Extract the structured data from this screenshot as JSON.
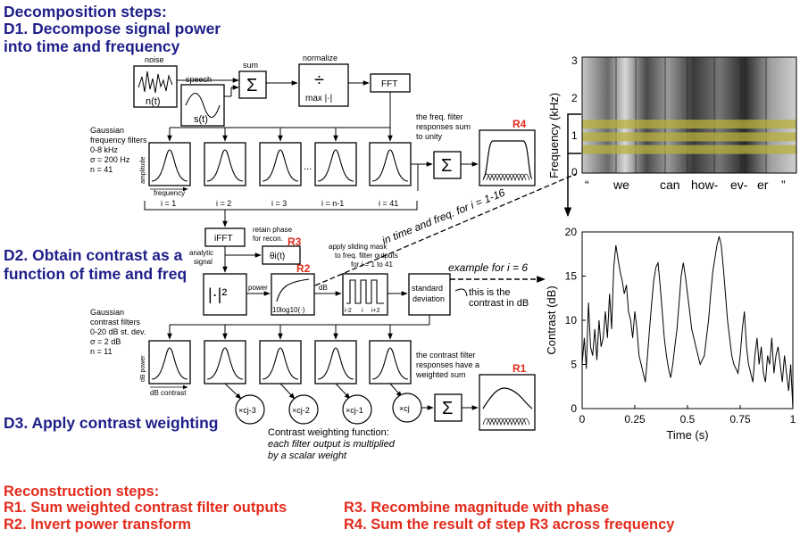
{
  "headings": {
    "decomp": "Decomposition steps:",
    "d1_line1": "D1. Decompose signal power",
    "d1_line2": "into time and frequency",
    "d2_line1": "D2. Obtain contrast as a",
    "d2_line2": "function of time and freq",
    "d3": "D3. Apply contrast weighting"
  },
  "reconstruction": {
    "title": "Reconstruction steps:",
    "r1": "R1. Sum weighted contrast filter outputs",
    "r2": "R2. Invert power transform",
    "r3": "R3. Recombine magnitude with phase",
    "r4": "R4. Sum the result of step R3 across frequency"
  },
  "blocks": {
    "noise": "noise",
    "noise_sym": "n(t)",
    "speech": "speech",
    "speech_sym": "s(t)",
    "sum_label": "sum",
    "sum_sym": "Σ",
    "normalize": "normalize",
    "divide": "÷",
    "max": "max |·|",
    "fft": "FFT",
    "ifft": "iFFT",
    "retain1": "retain phase",
    "retain2": "for recon.",
    "theta": "θi(t)",
    "analytic1": "analytic",
    "analytic2": "signal",
    "mag2": "|·|²",
    "power": "power",
    "log": "10log10(·)",
    "db": "dB",
    "mask1": "apply sliding mask",
    "mask2": "to freq. filter outputs",
    "mask3": "for i = 1 to 41",
    "mask_ticks": [
      "i-2",
      "i",
      "i+2"
    ],
    "std1": "standard",
    "std2": "deviation",
    "example": "example for i = 6",
    "contrast1": "this is the",
    "contrast2": "contrast in dB",
    "timefreq": "in time and freq. for i = 1-16",
    "r1": "R1",
    "r2": "R2",
    "r3": "R3",
    "r4": "R4"
  },
  "freq_filters": {
    "desc": [
      "Gaussian",
      "frequency filters",
      "0-8 kHz",
      "σ = 200 Hz",
      "n = 41"
    ],
    "ylabel": "amplitude",
    "xlabel": "frequency",
    "indices": [
      "i = 1",
      "i = 2",
      "i = 3",
      "i = n-1",
      "i = 41"
    ],
    "dots": "...",
    "sum_note": [
      "the freq. filter",
      "responses sum",
      "to unity"
    ]
  },
  "contrast_filters": {
    "desc": [
      "Gaussian",
      "contrast filters",
      "0-20 dB st. dev.",
      "σ = 2 dB",
      "n = 11"
    ],
    "ylabel": "dB power",
    "xlabel": "dB contrast",
    "weights": [
      "×cj-3",
      "×cj-2",
      "×cj-1",
      "×cj"
    ],
    "sum_note": [
      "the contrast filter",
      "responses have a",
      "weighted sum"
    ],
    "weight_title": "Contrast weighting function:",
    "weight_note1": "each filter output is multiplied",
    "weight_note2": "by a scalar weight"
  },
  "spectrogram": {
    "ylabel": "Frequency (kHz)",
    "yticks": [
      "3",
      "2",
      "1",
      "0"
    ],
    "words": [
      "“",
      "we",
      "can",
      "how-",
      "ev-",
      "er",
      "”"
    ],
    "band_color": "#b8b03c"
  },
  "chart_data": {
    "type": "line",
    "title": "",
    "xlabel": "Time (s)",
    "ylabel": "Contrast (dB)",
    "xlim": [
      0,
      1
    ],
    "ylim": [
      0,
      20
    ],
    "xticks": [
      "0",
      "0.25",
      "0.5",
      "0.75",
      "1"
    ],
    "yticks": [
      "0",
      "5",
      "10",
      "15",
      "20"
    ],
    "series": [
      {
        "x": [
          0,
          0.01,
          0.02,
          0.03,
          0.04,
          0.05,
          0.06,
          0.07,
          0.08,
          0.09,
          0.1,
          0.11,
          0.12,
          0.13,
          0.14,
          0.15,
          0.16,
          0.17,
          0.18,
          0.19,
          0.2,
          0.21,
          0.22,
          0.23,
          0.24,
          0.25,
          0.26,
          0.27,
          0.28,
          0.29,
          0.3,
          0.31,
          0.32,
          0.33,
          0.34,
          0.35,
          0.36,
          0.37,
          0.38,
          0.39,
          0.4,
          0.41,
          0.42,
          0.43,
          0.44,
          0.45,
          0.46,
          0.47,
          0.48,
          0.49,
          0.5,
          0.51,
          0.52,
          0.53,
          0.54,
          0.55,
          0.56,
          0.57,
          0.58,
          0.59,
          0.6,
          0.61,
          0.62,
          0.63,
          0.64,
          0.65,
          0.66,
          0.67,
          0.68,
          0.69,
          0.7,
          0.71,
          0.72,
          0.73,
          0.74,
          0.75,
          0.76,
          0.77,
          0.78,
          0.79,
          0.8,
          0.81,
          0.82,
          0.83,
          0.84,
          0.85,
          0.86,
          0.87,
          0.88,
          0.89,
          0.9,
          0.91,
          0.92,
          0.93,
          0.94,
          0.95,
          0.96,
          0.97,
          0.98,
          0.99,
          1
        ],
        "y": [
          5,
          8,
          4.5,
          12,
          7,
          6,
          9,
          5.5,
          10,
          7,
          8,
          11,
          8,
          13,
          9,
          16,
          18.5,
          17,
          15.5,
          14.5,
          13,
          14,
          11,
          10,
          8,
          11,
          9,
          6,
          5,
          4,
          3,
          6,
          9,
          12,
          14.5,
          16,
          16.5,
          14,
          11,
          8,
          6,
          4.5,
          3.5,
          5,
          7,
          9,
          12,
          15,
          16.5,
          15,
          13,
          11,
          9,
          8,
          7,
          6,
          5,
          5.5,
          6,
          8,
          10,
          13,
          15.5,
          17,
          18.5,
          19.5,
          18.5,
          16,
          13,
          10,
          8,
          6,
          5,
          4.5,
          4,
          6,
          9,
          11,
          7,
          5,
          4,
          3,
          6,
          8,
          5,
          7,
          4,
          3,
          6,
          5,
          8,
          4,
          6,
          7,
          5,
          3,
          6,
          4,
          2,
          5,
          0
        ]
      }
    ]
  }
}
